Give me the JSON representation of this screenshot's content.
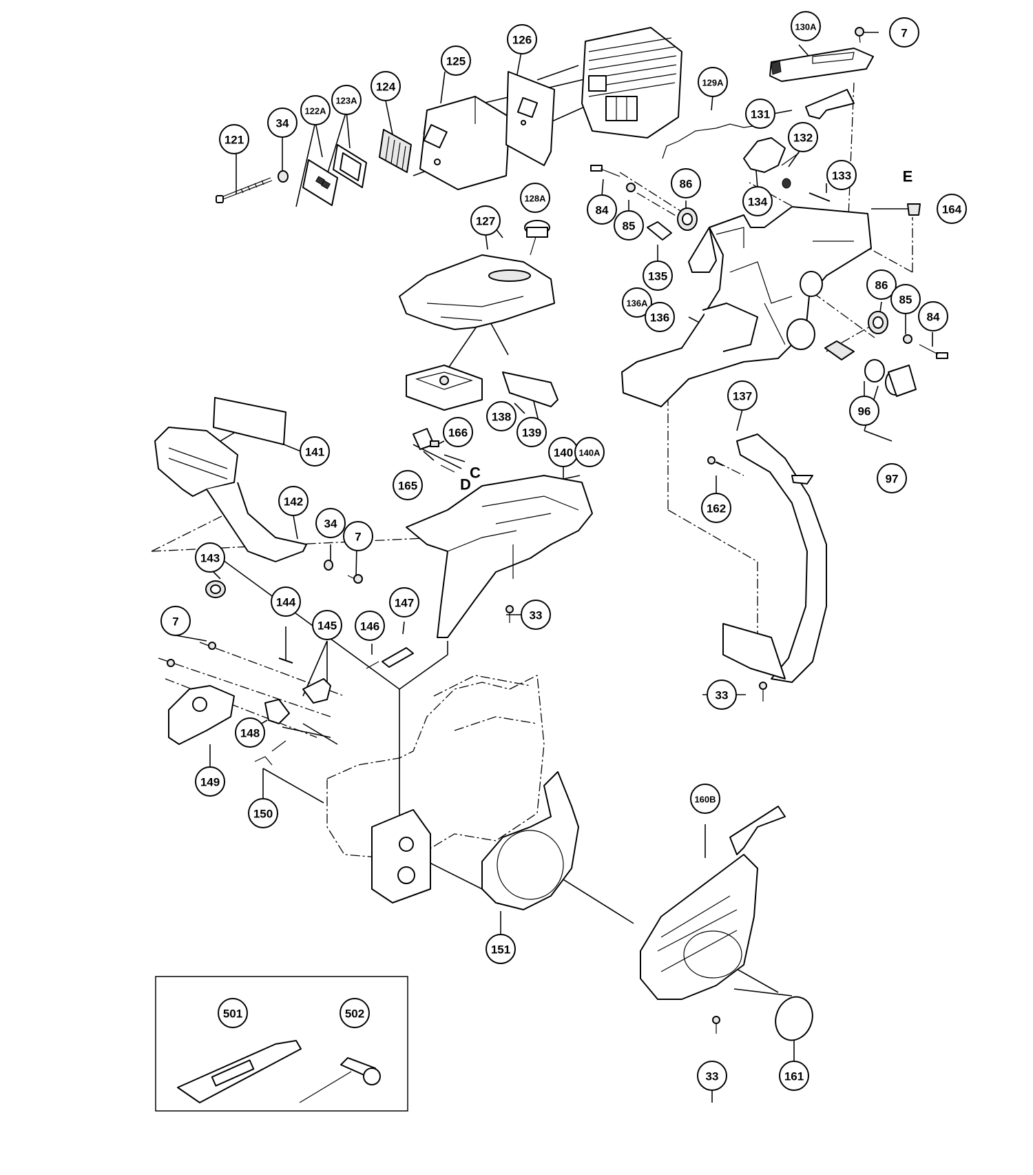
{
  "callouts": [
    {
      "id": "c7a",
      "label": "7"
    },
    {
      "id": "c130A",
      "label": "130A"
    },
    {
      "id": "c126",
      "label": "126"
    },
    {
      "id": "c125",
      "label": "125"
    },
    {
      "id": "c124",
      "label": "124"
    },
    {
      "id": "c123A",
      "label": "123A"
    },
    {
      "id": "c122A",
      "label": "122A"
    },
    {
      "id": "c34a",
      "label": "34"
    },
    {
      "id": "c121",
      "label": "121"
    },
    {
      "id": "c129A",
      "label": "129A"
    },
    {
      "id": "c131",
      "label": "131"
    },
    {
      "id": "c132",
      "label": "132"
    },
    {
      "id": "c133",
      "label": "133"
    },
    {
      "id": "c164",
      "label": "164"
    },
    {
      "id": "c84a",
      "label": "84"
    },
    {
      "id": "c85a",
      "label": "85"
    },
    {
      "id": "c86a",
      "label": "86"
    },
    {
      "id": "c134",
      "label": "134"
    },
    {
      "id": "c135",
      "label": "135"
    },
    {
      "id": "c136A",
      "label": "136A"
    },
    {
      "id": "c136",
      "label": "136"
    },
    {
      "id": "c86b",
      "label": "86"
    },
    {
      "id": "c85b",
      "label": "85"
    },
    {
      "id": "c84b",
      "label": "84"
    },
    {
      "id": "c128A",
      "label": "128A"
    },
    {
      "id": "c127",
      "label": "127"
    },
    {
      "id": "c138",
      "label": "138"
    },
    {
      "id": "c139",
      "label": "139"
    },
    {
      "id": "c137",
      "label": "137"
    },
    {
      "id": "c96",
      "label": "96"
    },
    {
      "id": "c97",
      "label": "97"
    },
    {
      "id": "c162",
      "label": "162"
    },
    {
      "id": "c141",
      "label": "141"
    },
    {
      "id": "c166",
      "label": "166"
    },
    {
      "id": "c140",
      "label": "140"
    },
    {
      "id": "c140A",
      "label": "140A"
    },
    {
      "id": "c165",
      "label": "165"
    },
    {
      "id": "c142",
      "label": "142"
    },
    {
      "id": "c34b",
      "label": "34"
    },
    {
      "id": "c7b",
      "label": "7"
    },
    {
      "id": "c143",
      "label": "143"
    },
    {
      "id": "c144",
      "label": "144"
    },
    {
      "id": "c145",
      "label": "145"
    },
    {
      "id": "c146",
      "label": "146"
    },
    {
      "id": "c147",
      "label": "147"
    },
    {
      "id": "c33a",
      "label": "33"
    },
    {
      "id": "c7c",
      "label": "7"
    },
    {
      "id": "c33b",
      "label": "33"
    },
    {
      "id": "c148",
      "label": "148"
    },
    {
      "id": "c149",
      "label": "149"
    },
    {
      "id": "c150",
      "label": "150"
    },
    {
      "id": "c160B",
      "label": "160B"
    },
    {
      "id": "c151",
      "label": "151"
    },
    {
      "id": "c501",
      "label": "501"
    },
    {
      "id": "c502",
      "label": "502"
    },
    {
      "id": "c33c",
      "label": "33"
    },
    {
      "id": "c161",
      "label": "161"
    }
  ],
  "letters": [
    {
      "id": "lE",
      "label": "E"
    },
    {
      "id": "lC",
      "label": "C"
    },
    {
      "id": "lD",
      "label": "D"
    }
  ]
}
